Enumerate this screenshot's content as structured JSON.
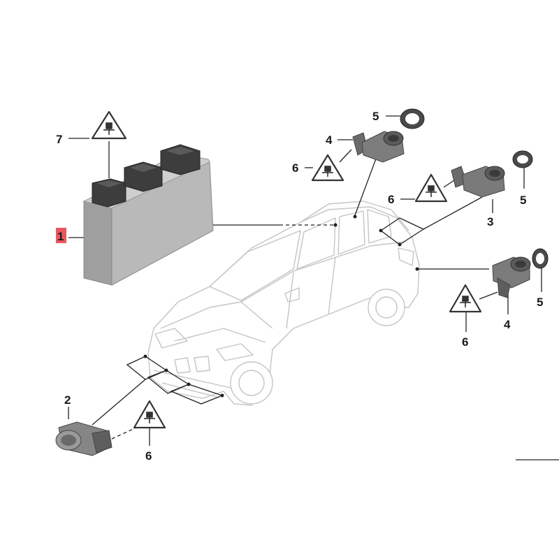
{
  "callouts": {
    "control_unit": "1",
    "front_sensor": "2",
    "rear_sensor": "3",
    "bracket_top": "4",
    "bracket_right": "4",
    "ring_top": "5",
    "ring_mid": "5",
    "ring_right": "5",
    "warn_top": "6",
    "warn_mid": "6",
    "warn_right": "6",
    "warn_front": "6",
    "warn_module": "7"
  },
  "colors": {
    "callout_highlight": "#e8575f",
    "module_body": "#b9b9b9",
    "sensor_body": "#8a8a8a",
    "car_outline": "#c4c4c4"
  },
  "icons": {
    "warning": "esd-warning-triangle-icon"
  }
}
